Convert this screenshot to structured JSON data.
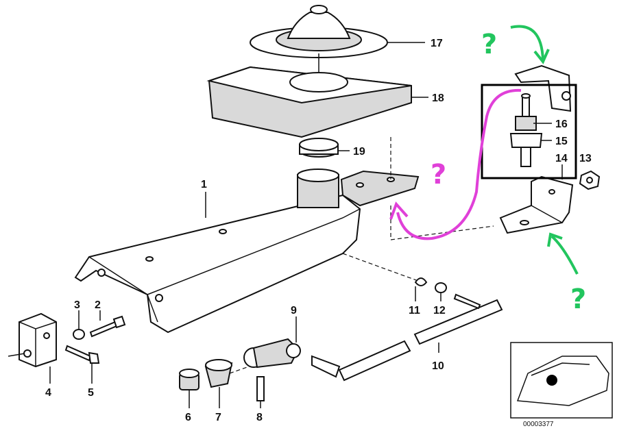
{
  "diagram_id": "00003377",
  "callouts": [
    {
      "num": "1"
    },
    {
      "num": "2"
    },
    {
      "num": "3"
    },
    {
      "num": "4"
    },
    {
      "num": "5"
    },
    {
      "num": "6"
    },
    {
      "num": "7"
    },
    {
      "num": "8"
    },
    {
      "num": "9"
    },
    {
      "num": "10"
    },
    {
      "num": "11"
    },
    {
      "num": "12"
    },
    {
      "num": "13"
    },
    {
      "num": "14"
    },
    {
      "num": "15"
    },
    {
      "num": "16"
    },
    {
      "num": "17"
    },
    {
      "num": "18"
    },
    {
      "num": "19"
    }
  ],
  "annotations": {
    "green_mark": "?",
    "magenta_mark": "?",
    "green_color": "#22c55e",
    "magenta_color": "#e040d8"
  }
}
